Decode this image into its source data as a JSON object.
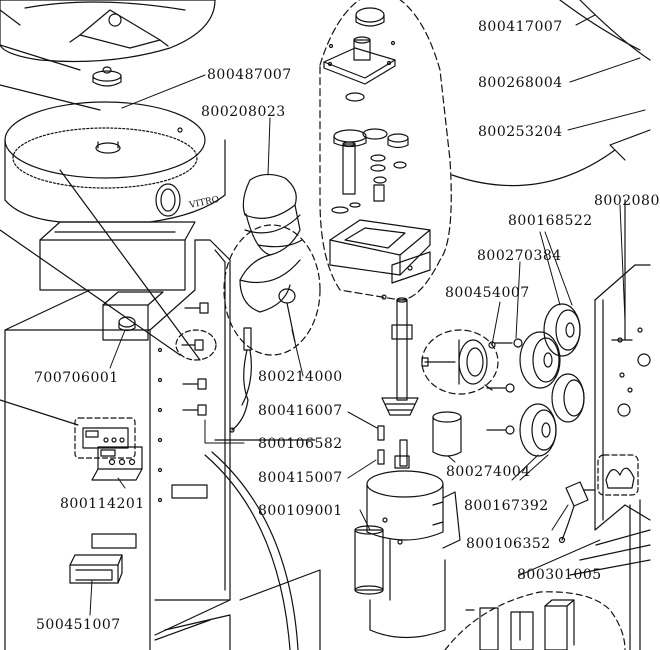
{
  "labels": {
    "p800417007": "800417007",
    "p800487007": "800487007",
    "p800268004": "800268004",
    "p800208023": "800208023",
    "p800253204": "800253204",
    "p800168522": "800168522",
    "p800208x": "8002080",
    "p800270384": "800270384",
    "p800454007": "800454007",
    "p700706001": "700706001",
    "p800214000": "800214000",
    "p800416007": "800416007",
    "p800106582": "800106582",
    "p800274004": "800274004",
    "p800415007": "800415007",
    "p800114201": "800114201",
    "p800109001": "800109001",
    "p800167392": "800167392",
    "p800106352": "800106352",
    "p800301005": "800301005",
    "p500451007": "500451007"
  },
  "colors": {
    "ink": "#111111",
    "paper": "#ffffff"
  }
}
